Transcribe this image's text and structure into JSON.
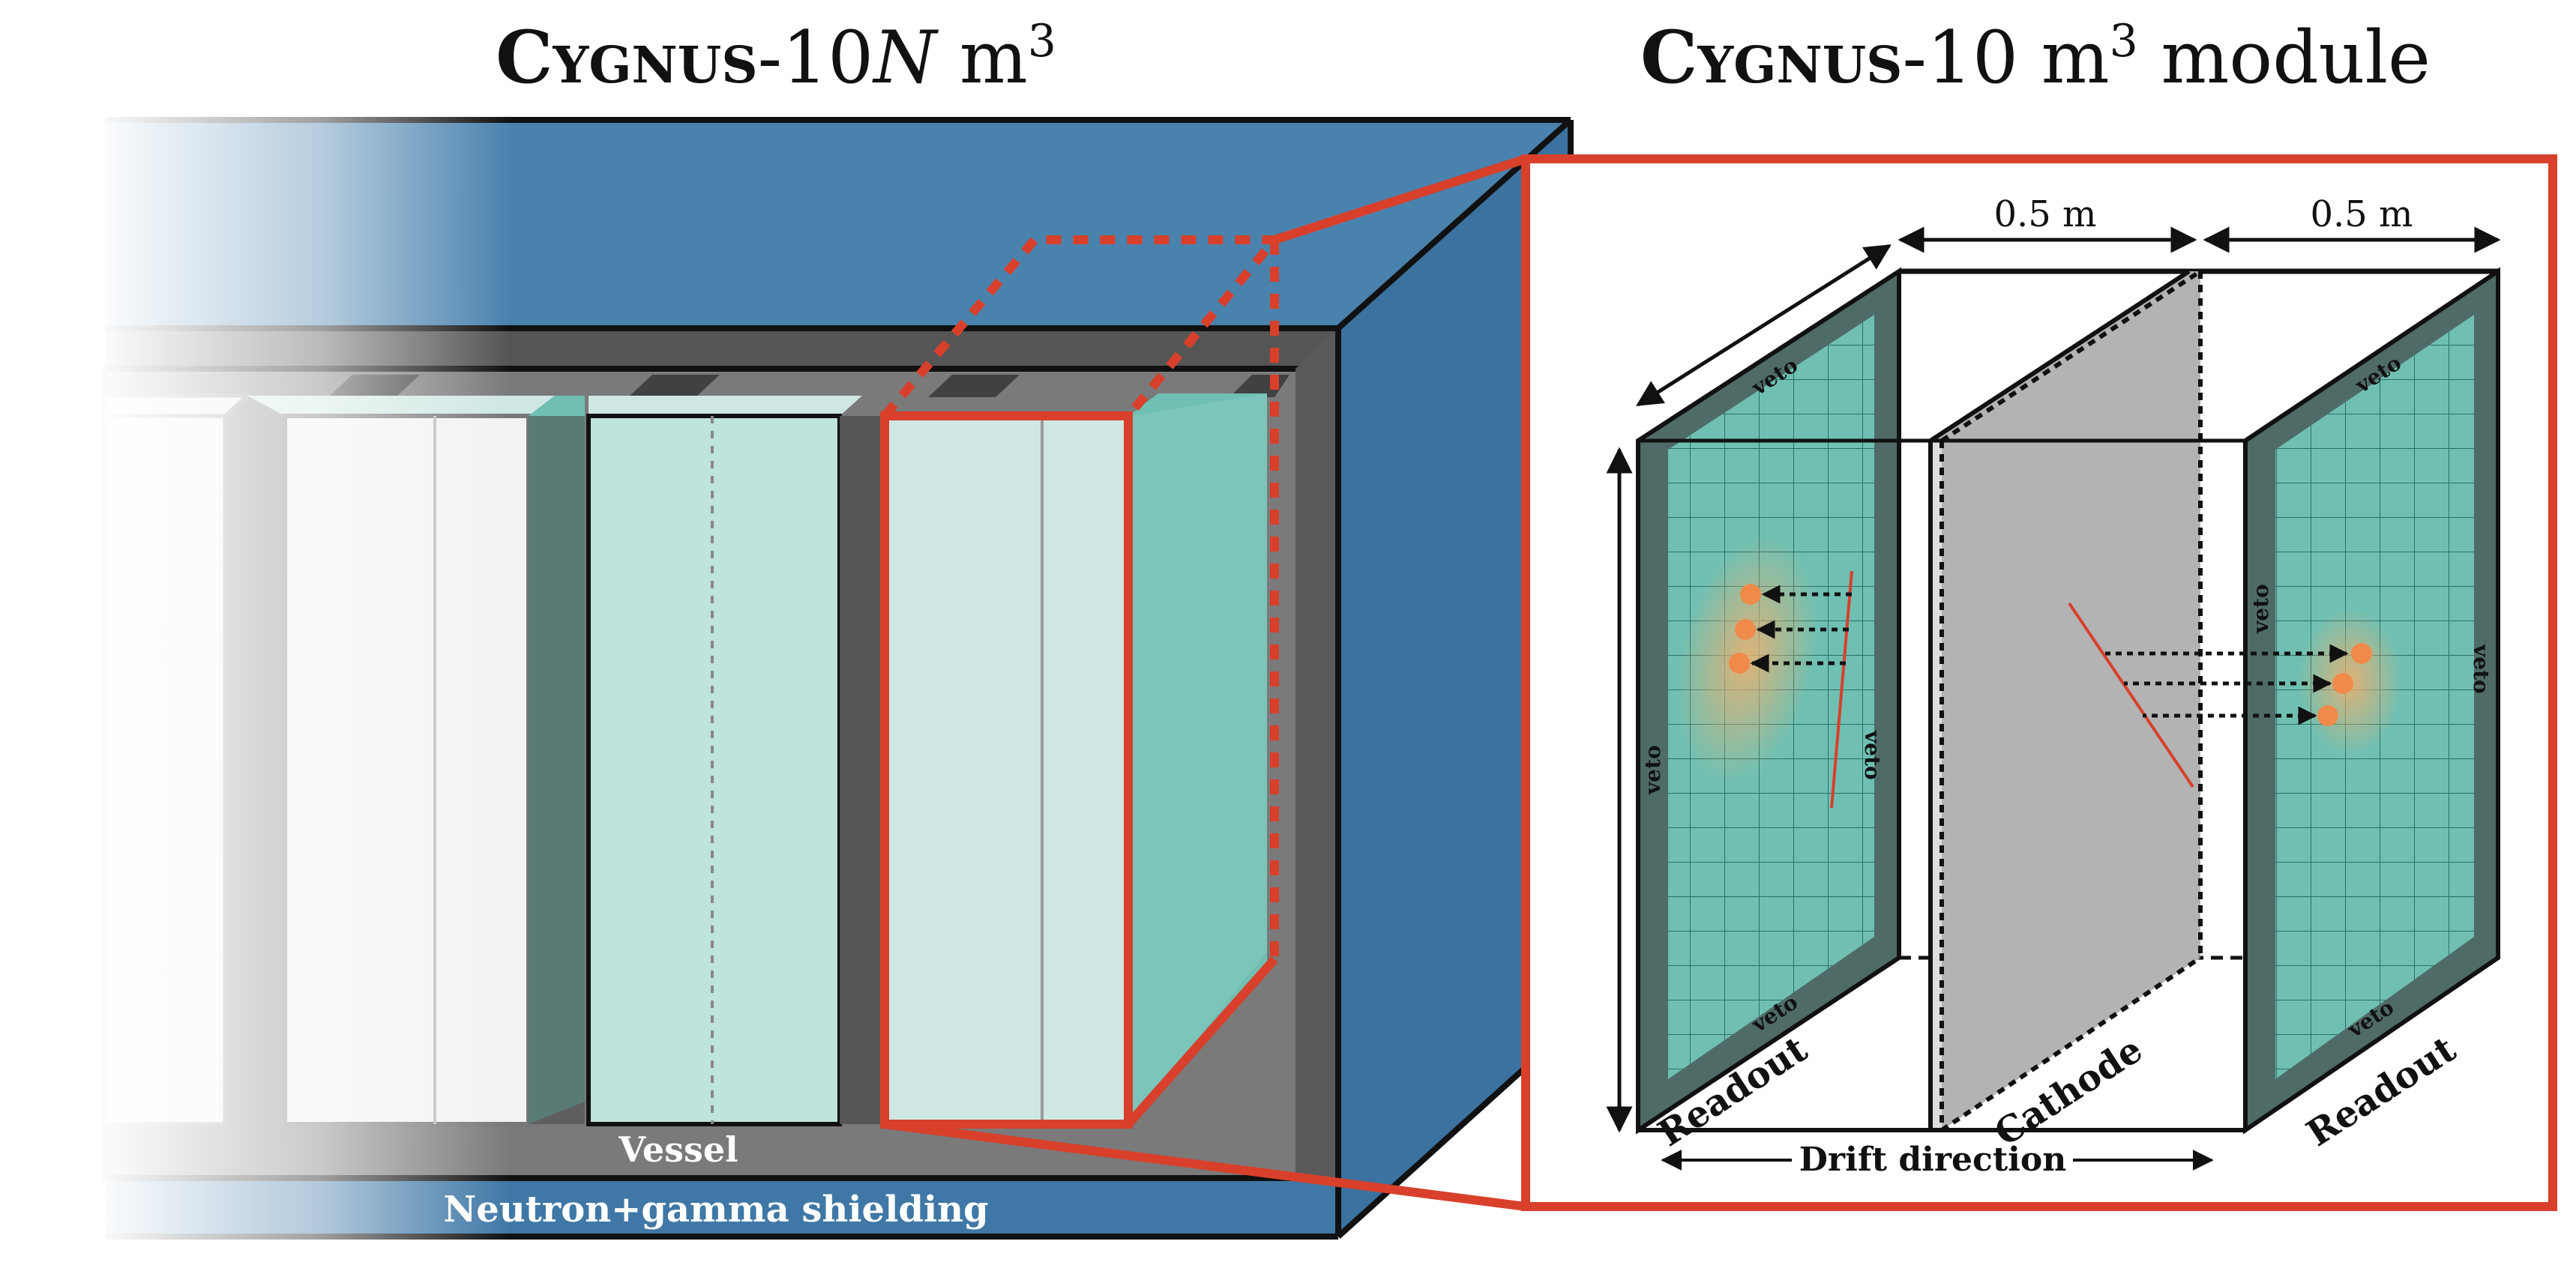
{
  "left_title": {
    "name": "Cygnus",
    "suffix": "-10",
    "var": "N",
    "unit": "m",
    "exp": "3"
  },
  "right_title": {
    "name": "Cygnus",
    "suffix": "-10 m",
    "exp": "3",
    "tail": "module"
  },
  "labels": {
    "vessel": "Vessel",
    "shielding": "Neutron+gamma shielding",
    "dim_left": "0.5 m",
    "dim_right": "0.5 m",
    "veto": "veto",
    "readout_left": "Readout",
    "readout_right": "Readout",
    "cathode": "Cathode",
    "drift": "Drift direction"
  },
  "colors": {
    "shield_blue": "#3f78a6",
    "vessel_gray": "#6e6e6e",
    "teal": "#6fc0b3",
    "readout_frame": "#4f6b68",
    "highlight_red": "#d8402b",
    "cathode_gray": "#b3b3b3",
    "electron_orange": "#f08a4b"
  }
}
